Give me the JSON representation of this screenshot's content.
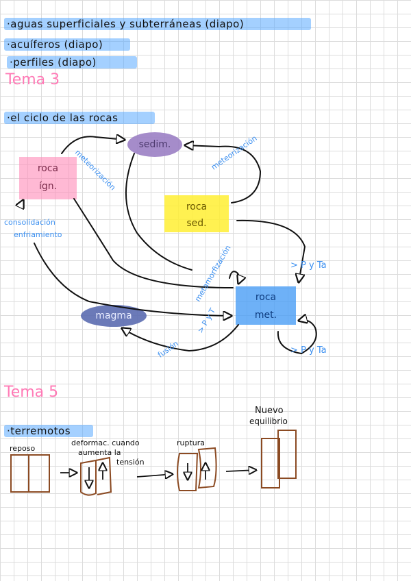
{
  "header": {
    "line1": "·aguas superficiales y subterráneas (diapo)",
    "line2": "·acuíferos (diapo)",
    "line3": "·perfiles (diapo)"
  },
  "tema3": {
    "title": "Tema 3",
    "section": "·el ciclo de las rocas",
    "nodes": {
      "sedim": "sedim.",
      "ignea": [
        "roca",
        "ígn."
      ],
      "sed": [
        "roca",
        "sed."
      ],
      "met": [
        "roca",
        "met."
      ],
      "magma": "magma"
    },
    "labels": {
      "meteorizacion_left": "meteorización",
      "meteorizacion_right": "meteorización",
      "consolidacion": "consolidación",
      "enfriamiento": "enfriamiento",
      "metamorfizacion": "metamorfización",
      "pyt_left": "> P y T",
      "pyt_right": "> P y Ta",
      "pyt_bottom": "> P y Ta",
      "fusion": "fusión"
    }
  },
  "tema5": {
    "title": "Tema 5",
    "section": "·terremotos",
    "steps": {
      "reposo": "reposo",
      "deformacion": [
        "deformac. cuando",
        "aumenta la",
        "tensión"
      ],
      "ruptura": "ruptura",
      "nuevo": [
        "Nuevo",
        "equilibrio"
      ]
    }
  },
  "colors": {
    "highlight_blue": "#5aaaff",
    "pink": "#ff7ab6",
    "purple": "#9b7fc4",
    "yellow": "#ffee33",
    "navy": "#5b6bb0",
    "brown": "#8b4a22"
  }
}
